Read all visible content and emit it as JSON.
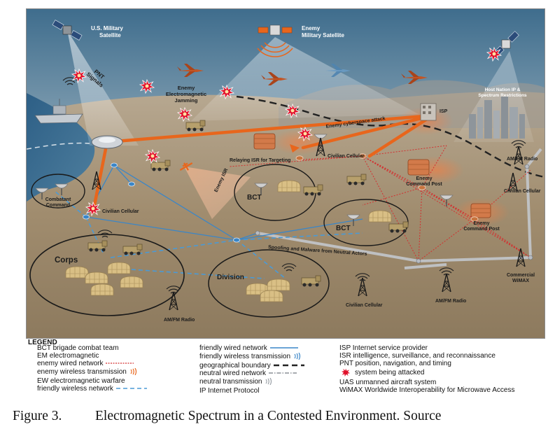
{
  "labels": {
    "us_satellite": [
      "U.S. Military",
      "Satellite"
    ],
    "enemy_satellite": [
      "Enemy",
      "Military Satellite"
    ],
    "pnt_signals": [
      "PNT",
      "Signals"
    ],
    "enemy_em_jamming": [
      "Enemy",
      "Electromagnetic",
      "Jamming"
    ],
    "host_nation": [
      "Host Nation IP &",
      "Spectrum Restrictions"
    ],
    "isp": "ISP",
    "enemy_cyberspace_attack": "Enemy cyberspace attack",
    "civilian_cellular_top": "Civilian Cellular",
    "relaying_isr": "Relaying ISR for Targeting",
    "am_fm_radio_right": "AM/FM Radio",
    "enemy_command_post_1": [
      "Enemy",
      "Command Post"
    ],
    "civilian_cellular_right": "Civilian Cellular",
    "enemy_command_post_2": [
      "Enemy",
      "Command Post"
    ],
    "combatant_command": [
      "Combatant",
      "Command"
    ],
    "civilian_cellular_left": "Civilian Cellular",
    "enemy_isr": "Enemy ISR",
    "bct_1": "BCT",
    "bct_2": "BCT",
    "spoofing": "Spoofing and Malware from Neutral Actors",
    "corps": "Corps",
    "division": "Division",
    "commercial_wimax": [
      "Commercial",
      "WiMAX"
    ],
    "am_fm_radio_bottom": "AM/FM Radio",
    "civilian_cellular_bottom": "Civilian Cellular",
    "am_fm_radio_left": "AM/FM Radio"
  },
  "legend": {
    "title": "LEGEND",
    "col1": [
      {
        "text": "BCT  brigade combat team",
        "swatch": "none"
      },
      {
        "text": "EM  electromagnetic",
        "swatch": "none"
      },
      {
        "text": "enemy wired network",
        "swatch": "enemy-wired"
      },
      {
        "text": "enemy wireless transmission",
        "swatch": "enemy-wireless"
      },
      {
        "text": "EW  electromagnetic warfare",
        "swatch": "none"
      },
      {
        "text": "friendly wireless network",
        "swatch": "friendly-wireless-net"
      }
    ],
    "col2": [
      {
        "text": "friendly wired network",
        "swatch": "friendly-wired"
      },
      {
        "text": "friendly wireless transmission",
        "swatch": "friendly-wireless"
      },
      {
        "text": "geographical boundary",
        "swatch": "geo-boundary"
      },
      {
        "text": "neutral wired network",
        "swatch": "neutral-wired"
      },
      {
        "text": "neutral  transmission",
        "swatch": "neutral-transmission"
      },
      {
        "text": "IP    Internet Protocol",
        "swatch": "none"
      }
    ],
    "col3": [
      {
        "text": "ISP   Internet service provider",
        "swatch": "none"
      },
      {
        "text": "ISR   intelligence, surveillance, and reconnaissance",
        "swatch": "none"
      },
      {
        "text": "PNT   position, navigation, and timing",
        "swatch": "none"
      },
      {
        "text": "system being attacked",
        "swatch": "attack-burst"
      },
      {
        "text": "UAS    unmanned aircraft system",
        "swatch": "none"
      },
      {
        "text": "WiMAX    Worldwide Interoperability for Microwave Access",
        "swatch": "none"
      }
    ]
  },
  "caption": {
    "number": "Figure 3.",
    "text": "Electromagnetic Spectrum in a Contested Environment. Source"
  },
  "colors": {
    "enemy_orange": "#e8661c",
    "enemy_red": "#d32f2f",
    "friendly_blue": "#3a86c8",
    "neutral_gray": "#b8bcc2",
    "burst_red": "#e0112b",
    "boundary": "#222222"
  }
}
